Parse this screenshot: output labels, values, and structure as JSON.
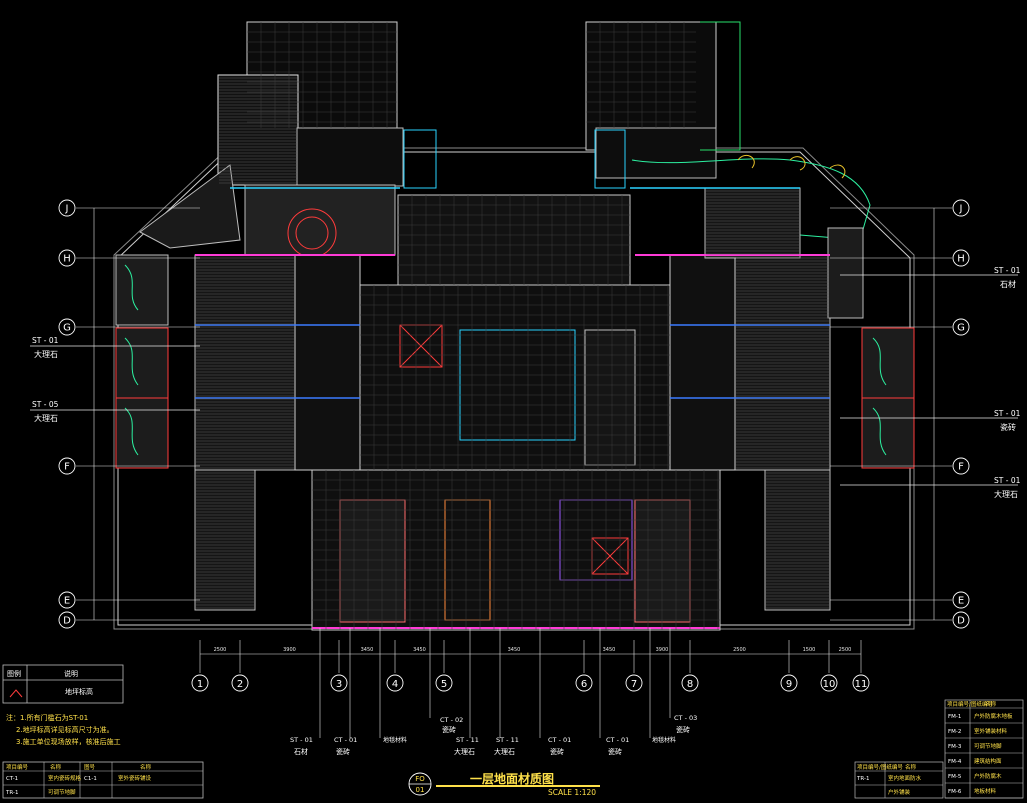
{
  "drawing": {
    "title": "一层地面材质图",
    "scale": "SCALE 1:120",
    "sheet_top": "FO",
    "sheet_bottom": "01"
  },
  "grid": {
    "columns": [
      "1",
      "2",
      "3",
      "4",
      "5",
      "6",
      "7",
      "8",
      "9",
      "10",
      "11"
    ],
    "rows_left": [
      "J",
      "H",
      "G",
      "F",
      "E",
      "D"
    ],
    "rows_right": [
      "J",
      "H",
      "G",
      "F",
      "E",
      "D"
    ],
    "dims_top": [
      "2500",
      "3900",
      "3450",
      "3450",
      "3450",
      "3450",
      "3900",
      "2500",
      "1500",
      "2500"
    ]
  },
  "material_tags": {
    "left": [
      {
        "code": "ST - 01",
        "name": "大理石"
      },
      {
        "code": "ST - 05",
        "name": "大理石"
      }
    ],
    "right": [
      {
        "code": "ST - 01",
        "name": "石材"
      },
      {
        "code": "ST - 01",
        "name": "瓷砖"
      },
      {
        "code": "ST - 01",
        "name": "大理石"
      }
    ],
    "bottom": [
      {
        "code": "ST - 01",
        "name": "石材"
      },
      {
        "code": "CT - 01",
        "name": "瓷砖"
      },
      {
        "code": "",
        "name": "地毯材料"
      },
      {
        "code": "CT - 02",
        "name": "瓷砖"
      },
      {
        "code": "ST - 11",
        "name": "大理石"
      },
      {
        "code": "ST - 11",
        "name": "大理石"
      },
      {
        "code": "CT - 01",
        "name": "瓷砖"
      },
      {
        "code": "CT - 01",
        "name": "瓷砖"
      },
      {
        "code": "",
        "name": "地毯材料"
      },
      {
        "code": "CT - 03",
        "name": "瓷砖"
      }
    ]
  },
  "legend": {
    "col_symbol": "图例",
    "col_desc": "说明",
    "row1": "地坪标高",
    "notes": [
      "注：1.所有门槛石为ST-01",
      "2.地坪标高详见标高尺寸为准。",
      "3.施工单位现场放样，核准后施工"
    ]
  },
  "left_table": {
    "headers": [
      "项目编号",
      "名称",
      "图号",
      "名称"
    ],
    "row1": [
      "CT-1",
      "室内瓷砖规格",
      "C1-1",
      "室外瓷砖铺设"
    ],
    "row2": [
      "TR-1",
      "可调节地脚"
    ]
  },
  "right_table": {
    "header": [
      "项目编号/图纸编号",
      "名称"
    ],
    "rows": [
      [
        "FM-1",
        "户外防腐木地板"
      ],
      [
        "FM-2",
        "室外铺装材料"
      ],
      [
        "FM-3",
        "可调节地脚"
      ],
      [
        "FM-4",
        "建筑结构面"
      ],
      [
        "FM-5",
        "户外防腐木"
      ],
      [
        "FM-6",
        "地板材料"
      ]
    ]
  },
  "bottom_right_table": {
    "headers": [
      "项目编号/图纸编号",
      "名称"
    ],
    "rows": [
      [
        "TR-1",
        "室内地面防水"
      ],
      [
        "",
        "户外铺装"
      ]
    ]
  }
}
